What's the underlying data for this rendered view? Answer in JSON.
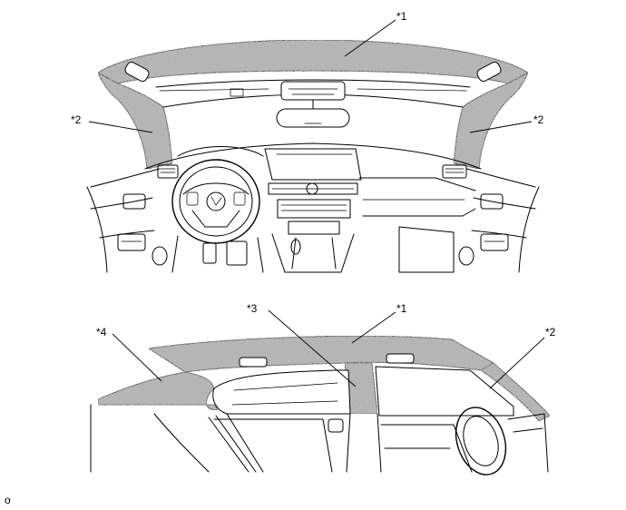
{
  "upper_view": {
    "callouts": [
      {
        "id": "upper-headliner",
        "label": "*1"
      },
      {
        "id": "upper-left-pillar",
        "label": "*2"
      },
      {
        "id": "upper-right-pillar",
        "label": "*2"
      }
    ]
  },
  "lower_view": {
    "callouts": [
      {
        "id": "lower-rear-pillar",
        "label": "*4"
      },
      {
        "id": "lower-center-pillar",
        "label": "*3"
      },
      {
        "id": "lower-headliner",
        "label": "*1"
      },
      {
        "id": "lower-front-pillar",
        "label": "*2"
      }
    ]
  },
  "footer": {
    "mark": "o"
  },
  "colors": {
    "trim_fill": "#a9a9a9",
    "line": "#000000",
    "background": "#ffffff"
  }
}
